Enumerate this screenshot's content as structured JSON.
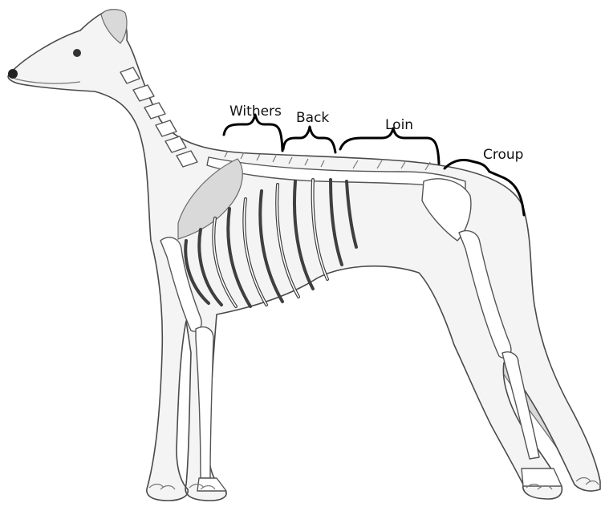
{
  "diagram": {
    "labels": {
      "withers": "Withers",
      "back": "Back",
      "loin": "Loin",
      "croup": "Croup"
    }
  }
}
